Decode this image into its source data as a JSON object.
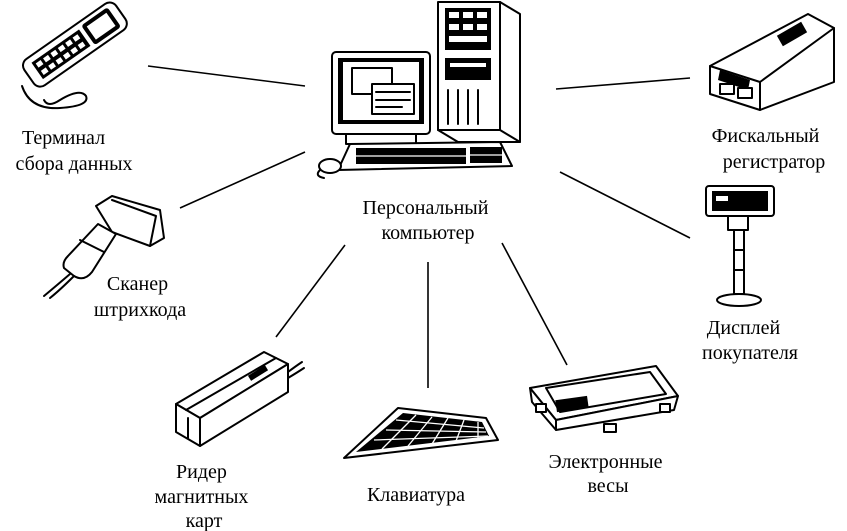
{
  "center": {
    "label_lines": [
      "Персональный",
      "компьютер"
    ],
    "icon": "desktop-computer-icon"
  },
  "devices": [
    {
      "id": "data-terminal",
      "label_lines": [
        "Терминал",
        "сбора данных"
      ],
      "icon": "handheld-terminal-icon"
    },
    {
      "id": "barcode-scanner",
      "label_lines": [
        "Сканер",
        "штрихкода"
      ],
      "icon": "barcode-scanner-icon"
    },
    {
      "id": "magnetic-card-reader",
      "label_lines": [
        "Ридер",
        "магнитных",
        "карт"
      ],
      "icon": "card-reader-icon"
    },
    {
      "id": "keyboard",
      "label_lines": [
        "Клавиатура"
      ],
      "icon": "keyboard-icon"
    },
    {
      "id": "electronic-scales",
      "label_lines": [
        "Электронные",
        "весы"
      ],
      "icon": "scales-icon"
    },
    {
      "id": "customer-display",
      "label_lines": [
        "Дисплей",
        "покупателя"
      ],
      "icon": "customer-display-icon"
    },
    {
      "id": "fiscal-registrar",
      "label_lines": [
        "Фискальный",
        "регистратор"
      ],
      "icon": "fiscal-printer-icon"
    }
  ]
}
